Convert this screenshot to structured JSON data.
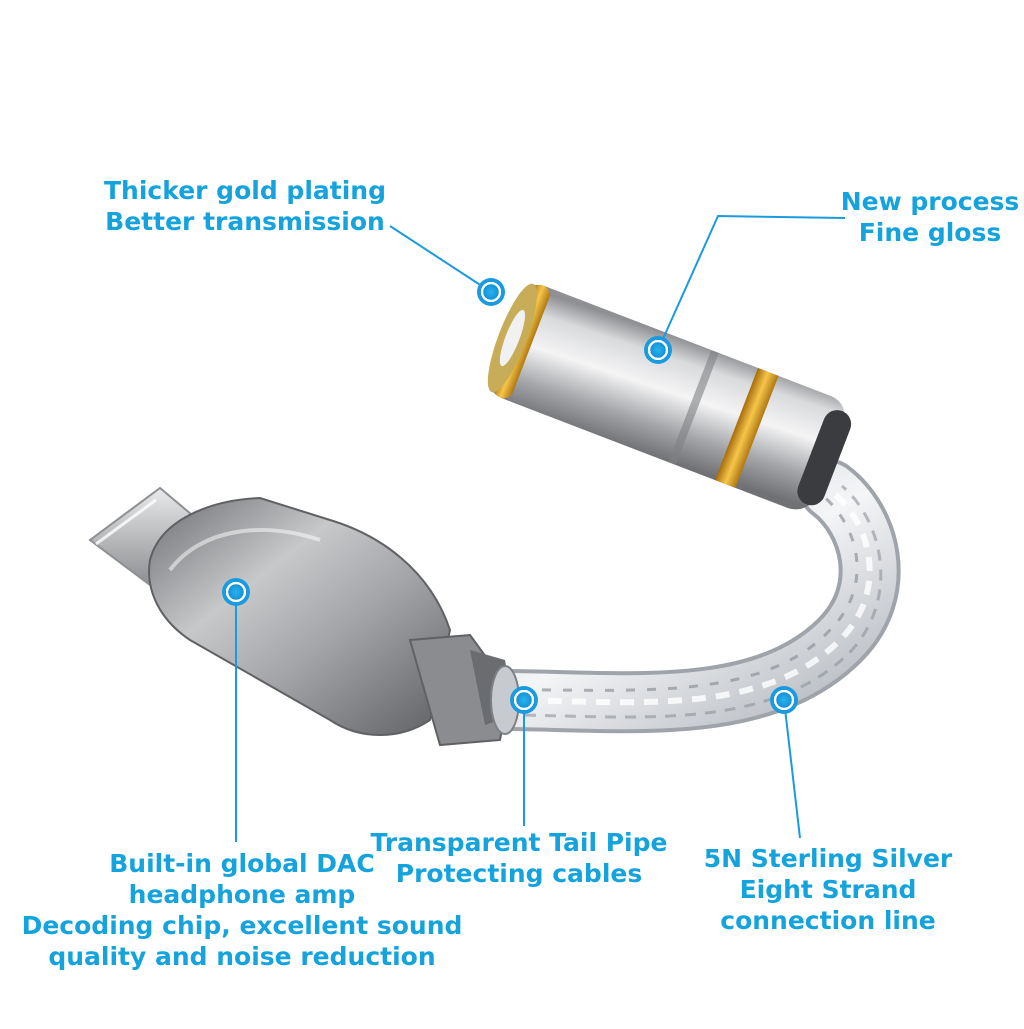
{
  "colors": {
    "accent": "#14a3dc",
    "background": "#ffffff",
    "metal": "#a9abad",
    "gold": "#e2a21c"
  },
  "callouts": {
    "gold_plating": {
      "lines": [
        "Thicker gold plating",
        "Better transmission"
      ]
    },
    "fine_gloss": {
      "lines": [
        "New process",
        "Fine gloss"
      ]
    },
    "dac": {
      "lines": [
        "Built-in global DAC",
        "headphone amp",
        "Decoding chip, excellent sound",
        "quality and noise reduction"
      ]
    },
    "tail_pipe": {
      "lines": [
        "Transparent Tail Pipe",
        "Protecting cables"
      ]
    },
    "silver": {
      "lines": [
        "5N Sterling Silver",
        "Eight Strand",
        "connection line"
      ]
    }
  }
}
